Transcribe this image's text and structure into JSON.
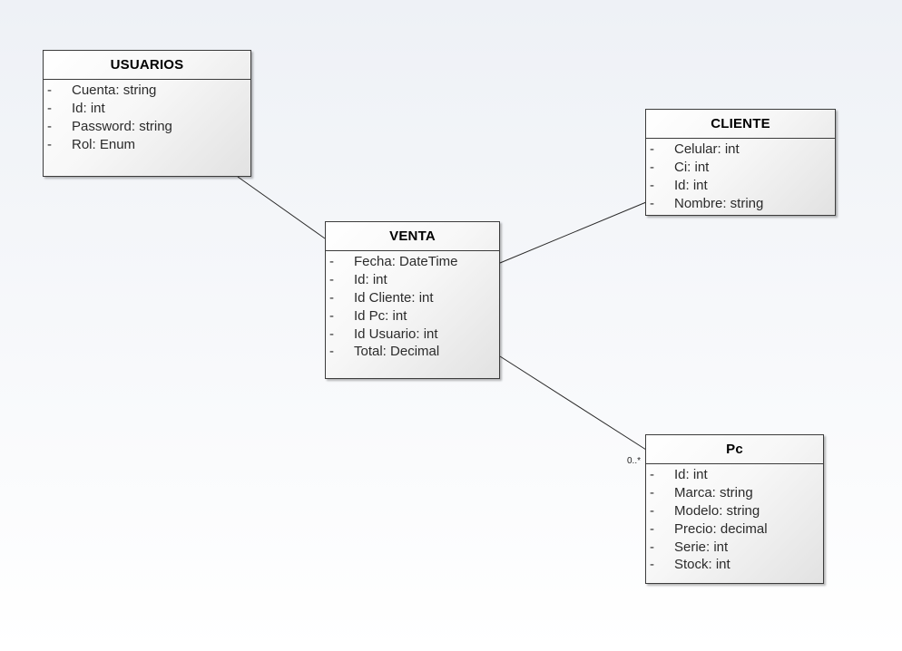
{
  "diagram": {
    "classes": [
      {
        "key": "usuarios",
        "name": "USUARIOS",
        "attributes": [
          {
            "visibility": "-",
            "text": "Cuenta: string"
          },
          {
            "visibility": "-",
            "text": "Id: int"
          },
          {
            "visibility": "-",
            "text": "Password: string"
          },
          {
            "visibility": "-",
            "text": "Rol: Enum"
          }
        ]
      },
      {
        "key": "cliente",
        "name": "CLIENTE",
        "attributes": [
          {
            "visibility": "-",
            "text": "Celular: int"
          },
          {
            "visibility": "-",
            "text": "Ci: int"
          },
          {
            "visibility": "-",
            "text": "Id: int"
          },
          {
            "visibility": "-",
            "text": "Nombre: string"
          }
        ]
      },
      {
        "key": "venta",
        "name": "VENTA",
        "attributes": [
          {
            "visibility": "-",
            "text": "Fecha: DateTime"
          },
          {
            "visibility": "-",
            "text": "Id: int"
          },
          {
            "visibility": "-",
            "text": "Id Cliente: int"
          },
          {
            "visibility": "-",
            "text": "Id Pc: int"
          },
          {
            "visibility": "-",
            "text": "Id Usuario: int"
          },
          {
            "visibility": "-",
            "text": "Total: Decimal"
          }
        ]
      },
      {
        "key": "pc",
        "name": "Pc",
        "attributes": [
          {
            "visibility": "-",
            "text": "Id: int"
          },
          {
            "visibility": "-",
            "text": "Marca: string"
          },
          {
            "visibility": "-",
            "text": "Modelo: string"
          },
          {
            "visibility": "-",
            "text": "Precio: decimal"
          },
          {
            "visibility": "-",
            "text": "Serie: int"
          },
          {
            "visibility": "-",
            "text": "Stock: int"
          }
        ]
      }
    ],
    "associations": [
      {
        "from": "usuarios",
        "to": "venta",
        "multiplicity_to": ""
      },
      {
        "from": "venta",
        "to": "cliente",
        "multiplicity_to": ""
      },
      {
        "from": "venta",
        "to": "pc",
        "multiplicity_to": "0..*"
      }
    ]
  }
}
